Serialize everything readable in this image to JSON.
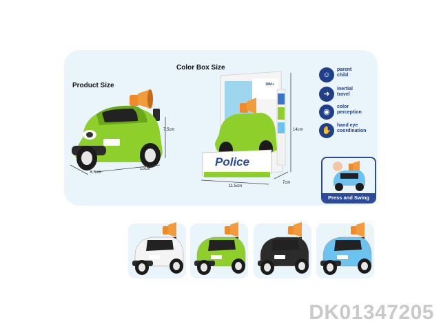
{
  "labels": {
    "product_size": "Product Size",
    "color_box_size": "Color Box Size"
  },
  "dimensions": {
    "product_height": "7.5cm",
    "product_width": "6.5cm",
    "product_length": "10cm",
    "box_height": "14cm",
    "box_width": "11.5cm",
    "box_depth": "7cm"
  },
  "box": {
    "brand_text": "Police",
    "age_text": "18M+"
  },
  "features": [
    {
      "icon": "parent-child-icon",
      "line1": "parent",
      "line2": "child"
    },
    {
      "icon": "inertial-travel-icon",
      "line1": "inertial",
      "line2": "travel"
    },
    {
      "icon": "color-perception-icon",
      "line1": "color",
      "line2": "perception"
    },
    {
      "icon": "hand-eye-icon",
      "line1": "hand eye",
      "line2": "coordination"
    }
  ],
  "swing_label": "Press and Swing",
  "variants": [
    {
      "name": "white",
      "body": "#f4f4f4",
      "shade": "#d6d6d6"
    },
    {
      "name": "green",
      "body": "#8fcf2c",
      "shade": "#6aa81a"
    },
    {
      "name": "black",
      "body": "#2b2b2b",
      "shade": "#111111"
    },
    {
      "name": "blue",
      "body": "#6cc3ef",
      "shade": "#3f9fd3"
    }
  ],
  "product_code": "DK01347205",
  "colors": {
    "panel_bg": "#e9f4fb",
    "navy": "#1f3f8a",
    "siren_orange": "#f08a2a",
    "green": "#8fcf2c"
  }
}
